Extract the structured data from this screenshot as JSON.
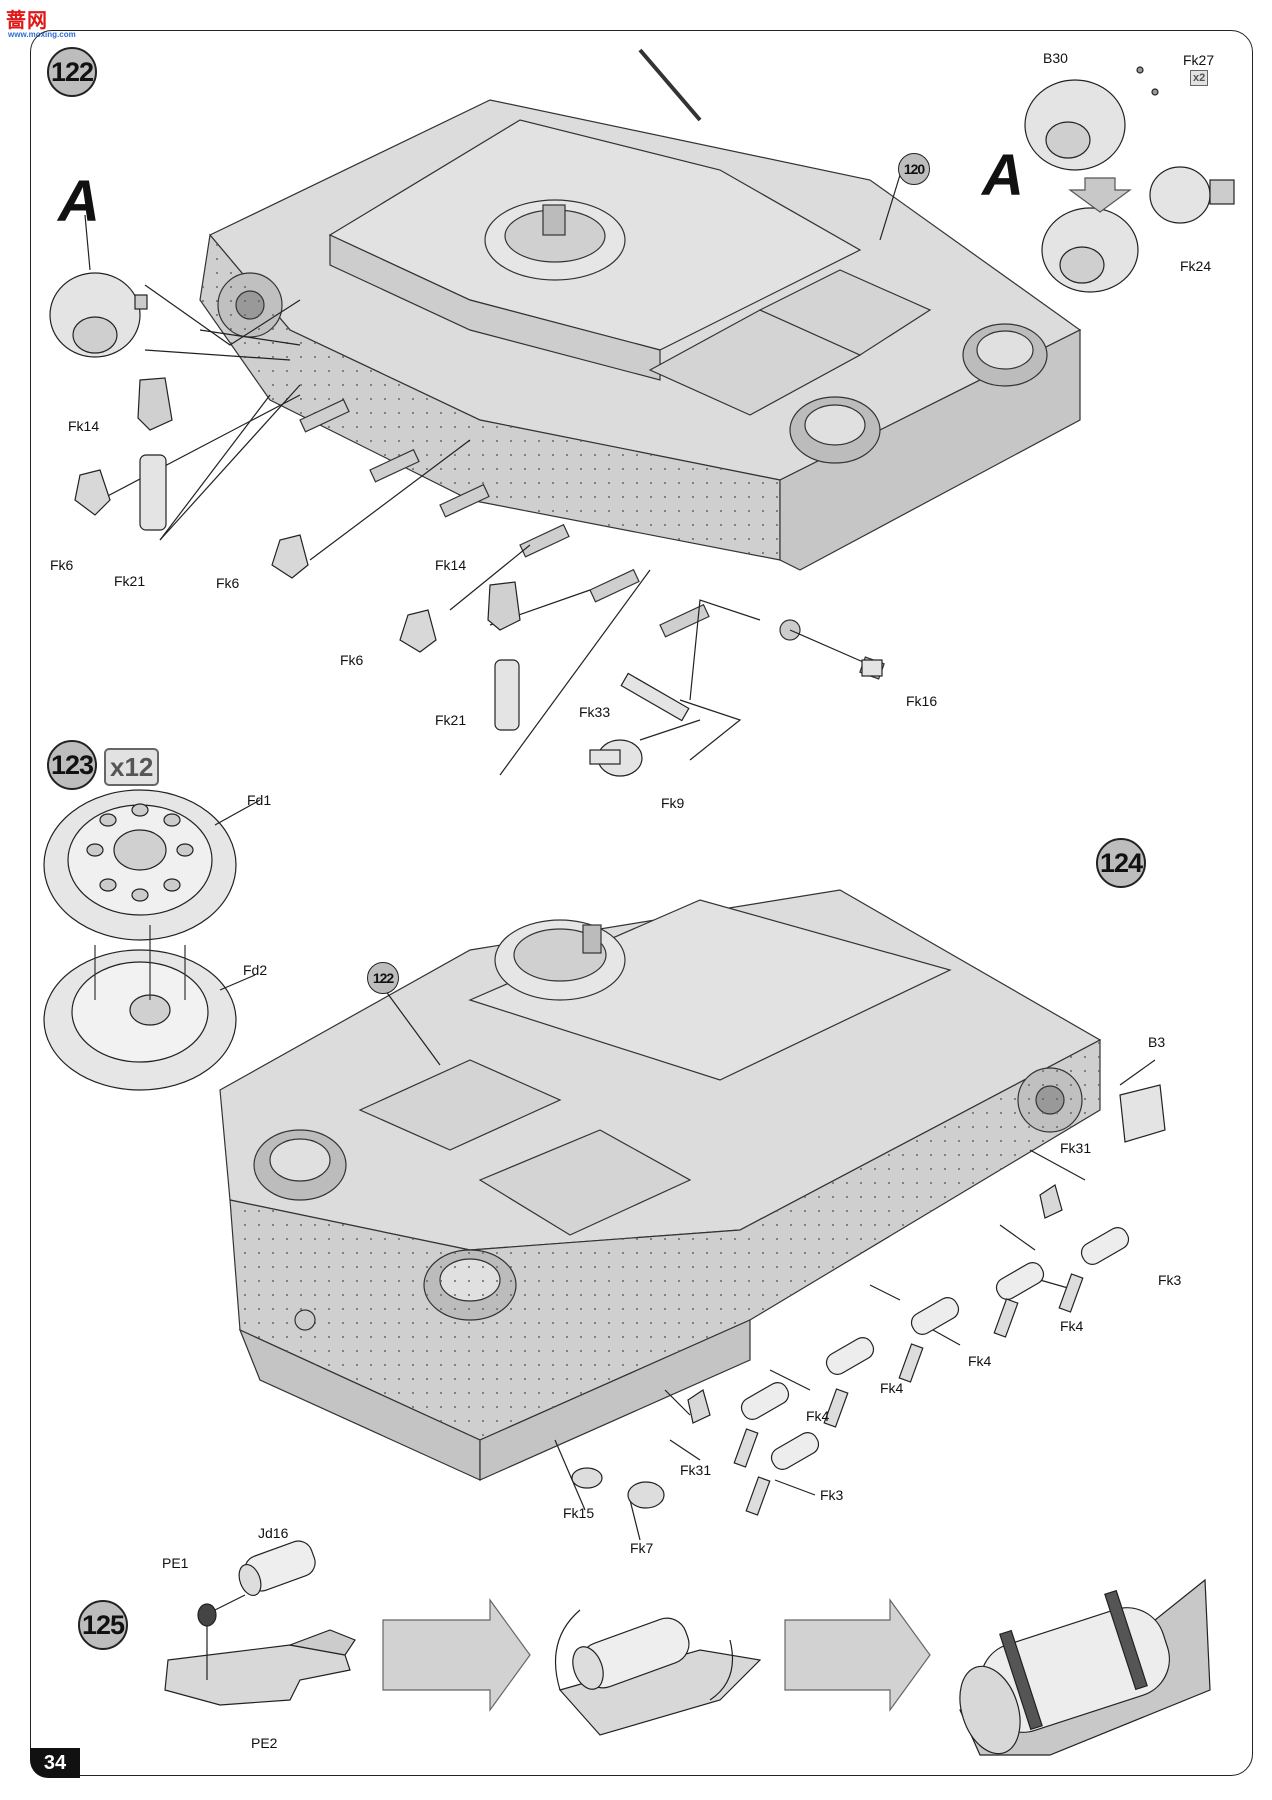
{
  "watermark": {
    "main": "蔷网",
    "sub": "www.moxing.com"
  },
  "page_number": "34",
  "steps": {
    "s122": "122",
    "s123": "123",
    "s124": "124",
    "s125": "125"
  },
  "refs": {
    "r120": "120",
    "r122": "122"
  },
  "step123_multiplier": "x12",
  "detail_letter": "A",
  "labels": {
    "b30": "B30",
    "fk27": "Fk27",
    "fk27_mult": "x2",
    "fk24": "Fk24",
    "fk14_a": "Fk14",
    "fk6_a": "Fk6",
    "fk21_a": "Fk21",
    "fk6_b": "Fk6",
    "fk14_b": "Fk14",
    "fk6_c": "Fk6",
    "fk21_b": "Fk21",
    "fk33": "Fk33",
    "fk9": "Fk9",
    "fk16": "Fk16",
    "fd1": "Fd1",
    "fd2": "Fd2",
    "b3": "B3",
    "fk31_a": "Fk31",
    "fk3_a": "Fk3",
    "fk4_a": "Fk4",
    "fk4_b": "Fk4",
    "fk4_c": "Fk4",
    "fk4_d": "Fk4",
    "fk31_b": "Fk31",
    "fk3_b": "Fk3",
    "fk15": "Fk15",
    "fk7": "Fk7",
    "jd16": "Jd16",
    "pe1": "PE1",
    "pe2": "PE2"
  }
}
